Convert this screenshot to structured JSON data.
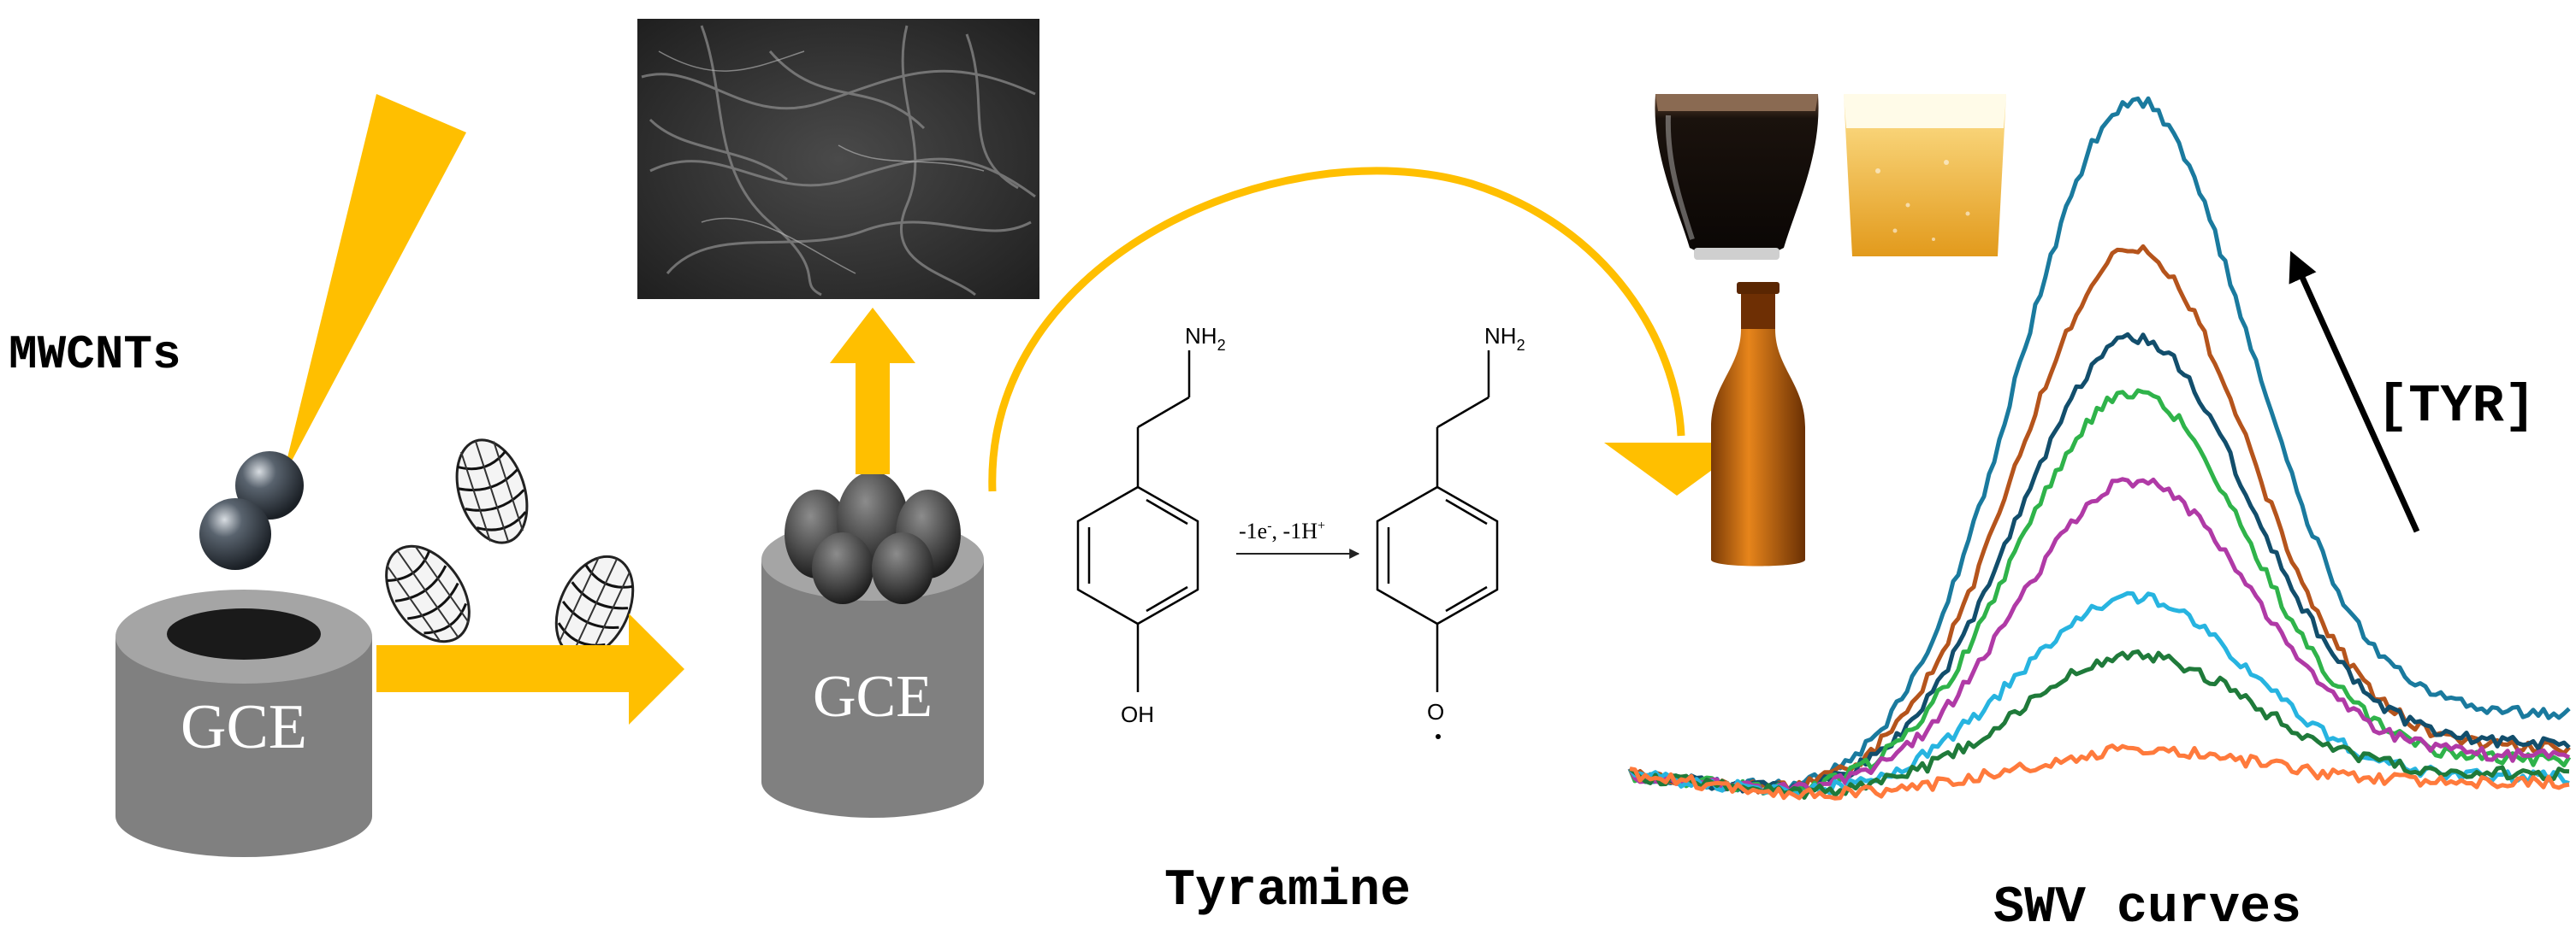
{
  "labels": {
    "mwcnts": "MWCNTs",
    "gce_left": "GCE",
    "gce_right": "GCE",
    "tyramine": "Tyramine",
    "swv_curves": "SWV curves",
    "tyr": "[TYR]"
  },
  "chemistry": {
    "amine_left": "NH",
    "amine_left_sub": "2",
    "amine_right": "NH",
    "amine_right_sub": "2",
    "hydroxyl": "OH",
    "oxy_radical": "O",
    "reaction": "-1e",
    "reaction_sup1": "-",
    "reaction_mid": ", -1H",
    "reaction_sup2": "+"
  },
  "colors": {
    "accent_yellow": "#FFBF00",
    "gce_body": "#808080",
    "gce_top": "#a5a5a5"
  },
  "swv_series_colors": [
    "#1a7a9e",
    "#b5541c",
    "#124e6c",
    "#2fb34a",
    "#b03aa6",
    "#27b4e0",
    "#1f7a3a",
    "#ff7a3c"
  ]
}
